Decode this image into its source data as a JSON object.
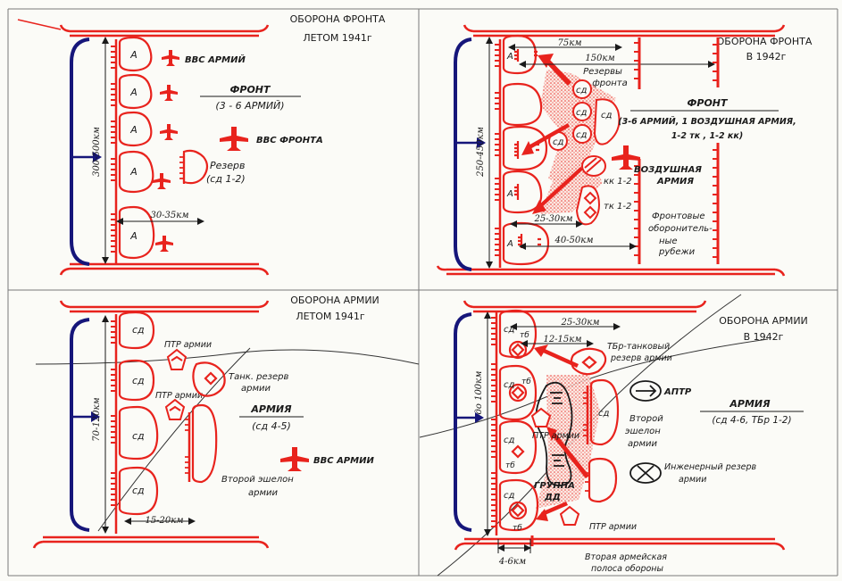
{
  "colors": {
    "red": "#e8231d",
    "blue": "#16167a",
    "ink": "#1a1a1a",
    "pink": "#f08a7a"
  },
  "panels": {
    "front_1941": {
      "title_line1": "ОБОРОНА ФРОНТА",
      "title_line2": "ЛЕТОМ 1941г",
      "army_unit": "А",
      "vvs_armies": "ВВС АРМИЙ",
      "front_label": "ФРОНТ",
      "front_composition": "(3 - 6 АРМИЙ)",
      "vvs_front": "ВВС ФРОНТА",
      "reserve_line1": "Резерв",
      "reserve_line2": "(сд 1-2)",
      "depth": "300-500км",
      "army_width": "30-35км"
    },
    "front_1942": {
      "title_line1": "ОБОРОНА ФРОНТА",
      "title_line2": "В 1942г",
      "army_unit": "А",
      "division_unit": "сд",
      "dist_75": "75км",
      "dist_150": "150км",
      "reserves_line1": "Резервы",
      "reserves_line2": "фронта",
      "front_label": "ФРОНТ",
      "front_composition_line1": "(3-6 АРМИЙ, 1 ВОЗДУШНАЯ АРМИЯ,",
      "front_composition_line2": "1-2 тк , 1-2 кк)",
      "air_army_line1": "ВОЗДУШНАЯ",
      "air_army_line2": "АРМИЯ",
      "kk": "кк 1-2",
      "tk": "тк 1-2",
      "lines_line1": "Фронтовые",
      "lines_line2": "оборонитель-",
      "lines_line3": "ные",
      "lines_line4": "рубежи",
      "dist_25_30": "25-30км",
      "dist_40_50": "40-50км",
      "depth": "250-450км"
    },
    "army_1941": {
      "title_line1": "ОБОРОНА АРМИИ",
      "title_line2": "ЛЕТОМ 1941г",
      "division_unit": "сд",
      "ptr1": "ПТР армии",
      "ptr2": "ПТР армии",
      "tank_reserve_line1": "Танк. резерв",
      "tank_reserve_line2": "армии",
      "army_label": "АРМИЯ",
      "army_composition": "(сд 4-5)",
      "vvs_army": "ВВС АРМИИ",
      "second_echelon_line1": "Второй эшелон",
      "second_echelon_line2": "армии",
      "depth": "70-120км",
      "division_width": "15-20км"
    },
    "army_1942": {
      "title_line1": "ОБОРОНА АРМИИ",
      "title_line2": "В 1942г",
      "division_unit": "сд",
      "tank_brigade": "тб",
      "dist_25_30": "25-30км",
      "dist_12_15": "12-15км",
      "tbr_line1": "ТБр-танковый",
      "tbr_line2": "резерв армии",
      "aptr": "АПТР",
      "army_label": "АРМИЯ",
      "army_composition": "(сд 4-6, ТБр 1-2)",
      "ptr_army": "ПТР армии",
      "second_echelon_line1": "Второй",
      "second_echelon_line2": "эшелон",
      "second_echelon_line3": "армии",
      "engineer_line1": "Инженерный резерв",
      "engineer_line2": "армии",
      "group_line1": "ГРУППА",
      "group_line2": "ДД",
      "ptr_army_2": "ПТР армии",
      "second_line_line1": "Вторая армейская",
      "second_line_line2": "полоса обороны",
      "dist_4_6": "4-6км",
      "depth": "до 100км"
    }
  }
}
